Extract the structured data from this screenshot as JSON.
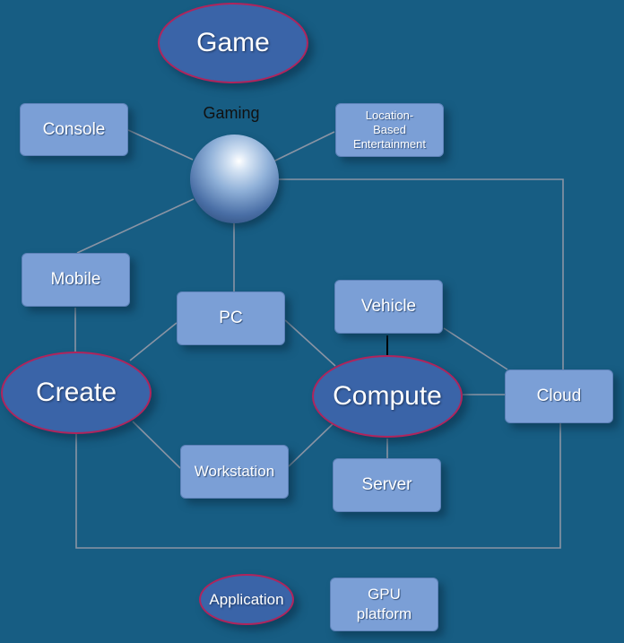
{
  "nodes": {
    "game": "Game",
    "gaming": "Gaming",
    "console": "Console",
    "location_based": [
      "Location-",
      "Based",
      "Entertainment"
    ],
    "mobile": "Mobile",
    "pc": "PC",
    "vehicle": "Vehicle",
    "create": "Create",
    "compute": "Compute",
    "cloud": "Cloud",
    "workstation": "Workstation",
    "server": "Server"
  },
  "legend": {
    "application": "Application",
    "gpu_platform": [
      "GPU",
      "platform"
    ]
  },
  "colors": {
    "background": "#175d83",
    "box_fill": "#7b9fd6",
    "oval_fill": "#3a64a8",
    "oval_border": "#b0245c",
    "connector": "#8a94a4"
  }
}
